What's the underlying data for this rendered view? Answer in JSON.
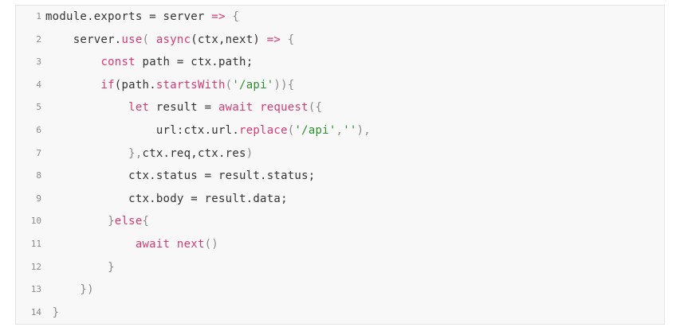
{
  "code": {
    "lines": [
      {
        "number": "1",
        "tokens": [
          {
            "text": "module.exports = server ",
            "kind": "plain"
          },
          {
            "text": "=>",
            "kind": "op"
          },
          {
            "text": " {",
            "kind": "pun"
          }
        ]
      },
      {
        "number": "2",
        "tokens": [
          {
            "text": "    server.",
            "kind": "plain"
          },
          {
            "text": "use",
            "kind": "fn"
          },
          {
            "text": "( ",
            "kind": "pun"
          },
          {
            "text": "async",
            "kind": "kw"
          },
          {
            "text": "(ctx,next) ",
            "kind": "plain"
          },
          {
            "text": "=>",
            "kind": "op"
          },
          {
            "text": " {",
            "kind": "pun"
          }
        ]
      },
      {
        "number": "3",
        "tokens": [
          {
            "text": "        ",
            "kind": "plain"
          },
          {
            "text": "const",
            "kind": "kw"
          },
          {
            "text": " path = ctx.path;",
            "kind": "plain"
          }
        ]
      },
      {
        "number": "4",
        "tokens": [
          {
            "text": "        ",
            "kind": "plain"
          },
          {
            "text": "if",
            "kind": "kw"
          },
          {
            "text": "(path.",
            "kind": "plain"
          },
          {
            "text": "startsWith",
            "kind": "fn"
          },
          {
            "text": "(",
            "kind": "pun"
          },
          {
            "text": "'/api'",
            "kind": "str"
          },
          {
            "text": ")){",
            "kind": "pun"
          }
        ]
      },
      {
        "number": "5",
        "tokens": [
          {
            "text": "            ",
            "kind": "plain"
          },
          {
            "text": "let",
            "kind": "kw"
          },
          {
            "text": " result = ",
            "kind": "plain"
          },
          {
            "text": "await",
            "kind": "kw"
          },
          {
            "text": " ",
            "kind": "plain"
          },
          {
            "text": "request",
            "kind": "fn"
          },
          {
            "text": "({",
            "kind": "pun"
          }
        ]
      },
      {
        "number": "6",
        "tokens": [
          {
            "text": "                url:ctx.url.",
            "kind": "plain"
          },
          {
            "text": "replace",
            "kind": "fn"
          },
          {
            "text": "(",
            "kind": "pun"
          },
          {
            "text": "'/api'",
            "kind": "str"
          },
          {
            "text": ",",
            "kind": "pun"
          },
          {
            "text": "''",
            "kind": "str"
          },
          {
            "text": "),",
            "kind": "pun"
          }
        ]
      },
      {
        "number": "7",
        "tokens": [
          {
            "text": "            },",
            "kind": "pun"
          },
          {
            "text": "ctx.req,ctx.res",
            "kind": "plain"
          },
          {
            "text": ")",
            "kind": "pun"
          }
        ]
      },
      {
        "number": "8",
        "tokens": [
          {
            "text": "            ctx.status = result.status;",
            "kind": "plain"
          }
        ]
      },
      {
        "number": "9",
        "tokens": [
          {
            "text": "            ctx.body = result.data;",
            "kind": "plain"
          }
        ]
      },
      {
        "number": "10",
        "tokens": [
          {
            "text": "         }",
            "kind": "pun"
          },
          {
            "text": "else",
            "kind": "kw"
          },
          {
            "text": "{",
            "kind": "pun"
          }
        ]
      },
      {
        "number": "11",
        "tokens": [
          {
            "text": "             ",
            "kind": "plain"
          },
          {
            "text": "await",
            "kind": "kw"
          },
          {
            "text": " ",
            "kind": "plain"
          },
          {
            "text": "next",
            "kind": "fn"
          },
          {
            "text": "()",
            "kind": "pun"
          }
        ]
      },
      {
        "number": "12",
        "tokens": [
          {
            "text": "         }",
            "kind": "pun"
          }
        ]
      },
      {
        "number": "13",
        "tokens": [
          {
            "text": "     })",
            "kind": "pun"
          }
        ]
      },
      {
        "number": "14",
        "tokens": [
          {
            "text": " }",
            "kind": "pun"
          }
        ]
      }
    ]
  },
  "colors": {
    "keyword": "#d73a74",
    "string": "#2c8f2c",
    "punctuation": "#8a8a8a",
    "plain": "#333333",
    "line_number": "#8b8b8b",
    "background": "#f8f8f8",
    "border": "#e3e3e3"
  }
}
